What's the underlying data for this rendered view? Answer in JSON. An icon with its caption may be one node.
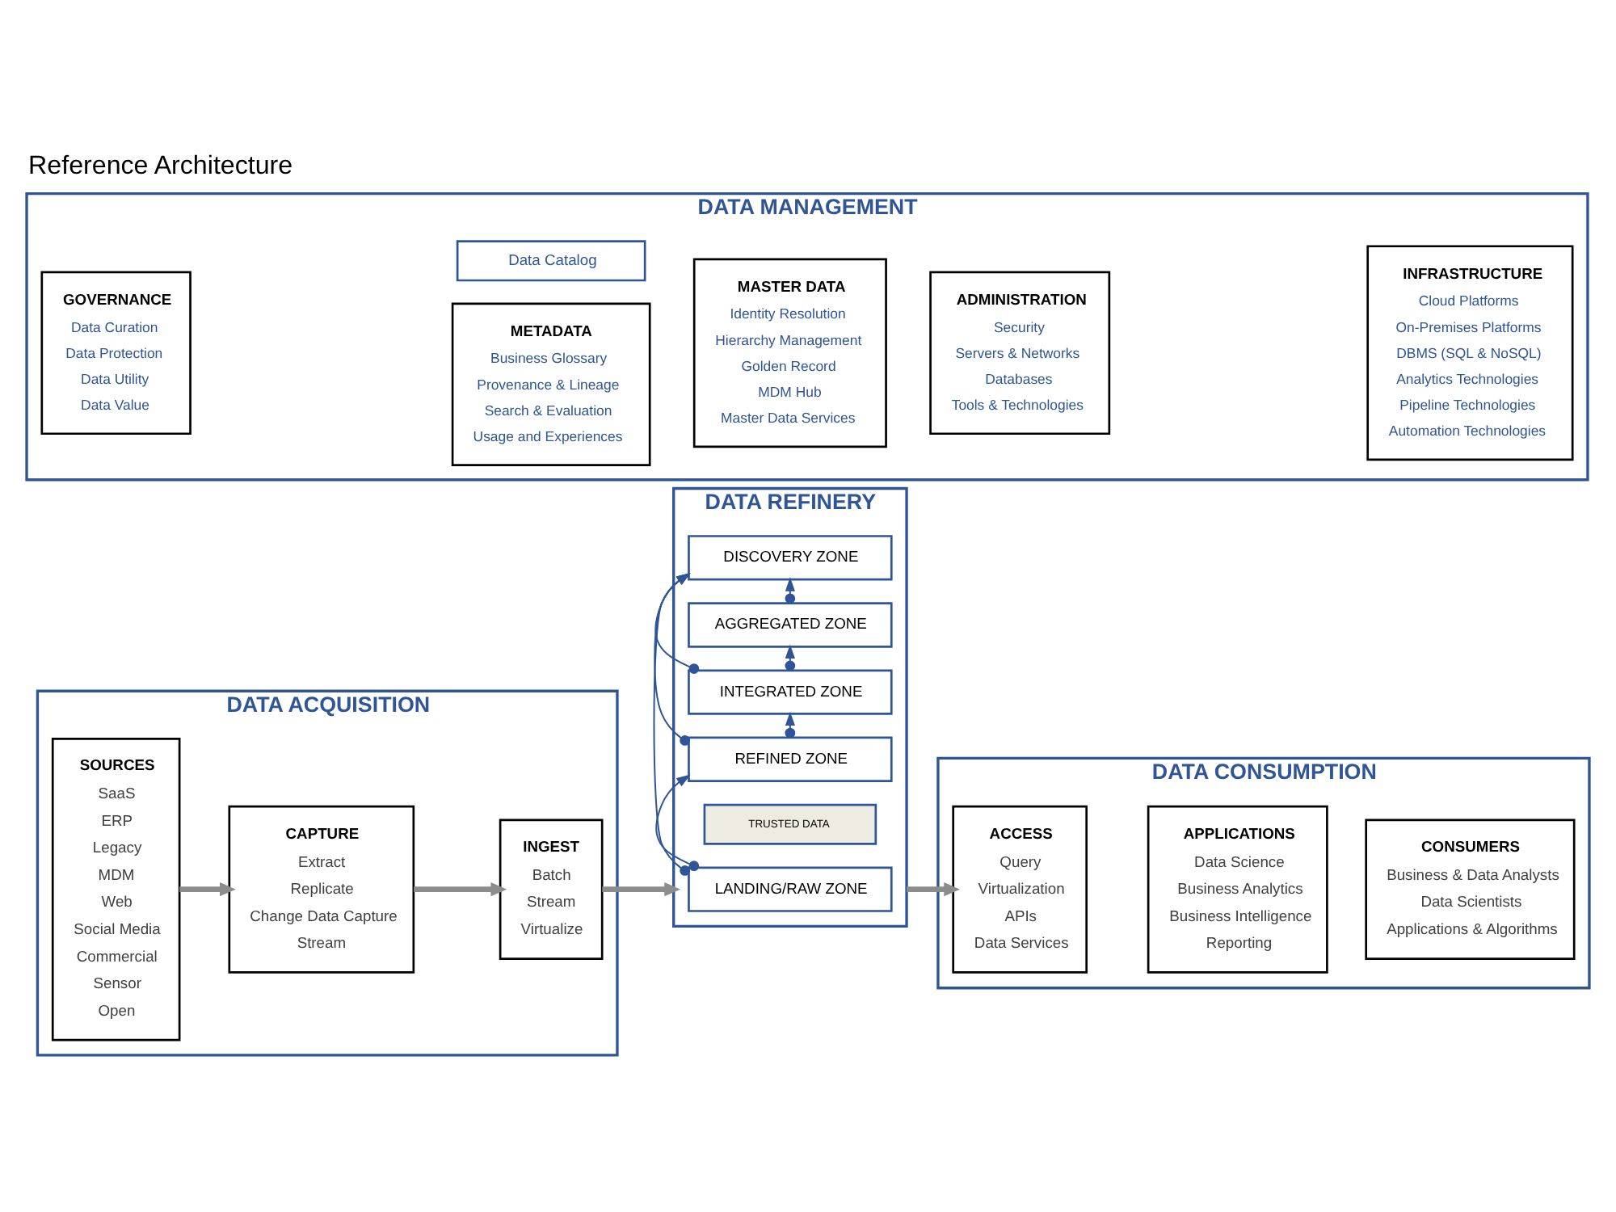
{
  "diagram": {
    "title": "Reference Architecture",
    "nodes": [
      {
        "text": [
          "DATA ACQUISITION"
        ]
      },
      {
        "text": [
          "SOURCES",
          "SaaS",
          "ERP",
          "Legacy",
          "MDM",
          "Web",
          "Social Media",
          "Commercial",
          "Sensor",
          "Open"
        ],
        "in": 0
      },
      {
        "text": [
          "CAPTURE",
          "Extract",
          "Replicate",
          "Change Data Capture",
          "Stream"
        ],
        "in": 0
      },
      {
        "text": [
          "INGEST",
          "Batch",
          "Stream",
          "Virtualize"
        ],
        "in": 0
      },
      {
        "text": [
          "DATA REFINERY"
        ]
      },
      {
        "text": [
          "LANDING/RAW ZONE"
        ],
        "in": 4
      },
      {
        "text": [
          "TRUSTED DATA"
        ],
        "in": 4
      },
      {
        "text": [
          "REFINED ZONE"
        ],
        "in": 4
      },
      {
        "text": [
          "INTEGRATED ZONE"
        ],
        "in": 4
      },
      {
        "text": [
          "AGGREGATED ZONE"
        ],
        "in": 4
      },
      {
        "text": [
          "DISCOVERY ZONE"
        ],
        "in": 4
      },
      {
        "text": [
          "DATA CONSUMPTION"
        ]
      },
      {
        "text": [
          "ACCESS",
          "Query",
          "Virtualization",
          "APIs",
          "Data Services"
        ],
        "in": 11
      },
      {
        "text": [
          "APPLICATIONS",
          "Data Science",
          "Business Analytics",
          "Business Intelligence",
          "Reporting"
        ],
        "in": 11
      },
      {
        "text": [
          "CONSUMERS",
          "Business & Data Analysts",
          "Data Scientists",
          "Applications & Algorithms"
        ],
        "in": 11
      },
      {
        "text": [
          "DATA MANAGEMENT"
        ]
      },
      {
        "text": [
          "GOVERNANCE",
          "Data Curation",
          "Data Protection",
          "Data Utility",
          "Data Value"
        ],
        "in": 15
      },
      {
        "text": [
          "METADATA",
          "Business Glossary",
          "Provenance & Lineage",
          "Search & Evaluation",
          "Usage and Experiences"
        ],
        "in": 15
      },
      {
        "text": [
          "MASTER DATA",
          "Identity Resolution",
          "Hierarchy Management",
          "Golden Record",
          "MDM Hub",
          "Master Data Services"
        ],
        "in": 15
      },
      {
        "text": [
          "ADMINISTRATION",
          "Security",
          "Servers & Networks",
          "Databases",
          "Tools & Technologies"
        ],
        "in": 15
      },
      {
        "text": [
          "INFRASTRUCTURE",
          "Cloud Platforms",
          "On-Premises Platforms",
          "DBMS (SQL & NoSQL)",
          "Analytics Technologies",
          "Pipeline Technologies",
          "Automation Technologies"
        ],
        "in": 15
      },
      {
        "text": [
          "Data Catalog"
        ],
        "in": 15
      }
    ],
    "edges": [
      {
        "from": 1,
        "to": 2,
        "arrow": "to",
        "style": "thick",
        "color": "#8c8c8c"
      },
      {
        "from": 2,
        "to": 3,
        "arrow": "to",
        "style": "thick",
        "color": "#8c8c8c"
      },
      {
        "from": 3,
        "to": 4,
        "arrow": "to",
        "style": "thick",
        "color": "#8c8c8c"
      },
      {
        "from": 4,
        "to": 12,
        "arrow": "to",
        "style": "thick",
        "color": "#8c8c8c"
      },
      {
        "from": 5,
        "to": 7,
        "arrow": "to"
      },
      {
        "from": 7,
        "to": 8,
        "arrow": "to"
      },
      {
        "from": 8,
        "to": 9,
        "arrow": "to"
      },
      {
        "from": 5,
        "to": 10,
        "arrow": "to"
      },
      {
        "from": 7,
        "to": 10,
        "arrow": "to"
      },
      {
        "from": 8,
        "to": 10,
        "arrow": "to"
      },
      {
        "from": 9,
        "to": 10,
        "arrow": "to"
      }
    ]
  }
}
